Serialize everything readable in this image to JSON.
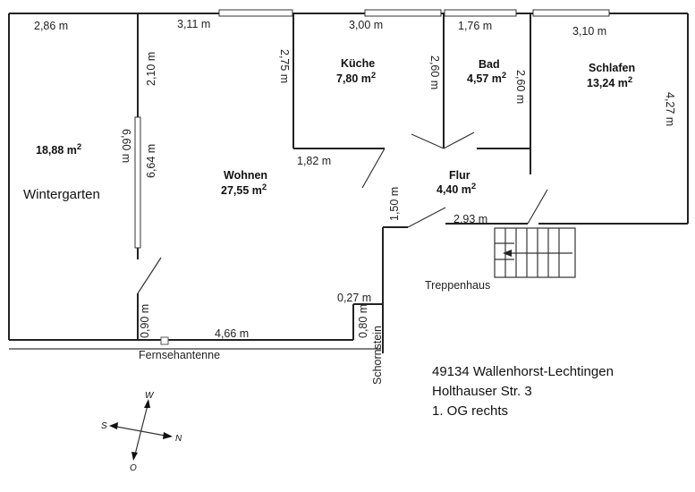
{
  "rooms": {
    "wintergarten": {
      "name": "Wintergarten",
      "area_value": "18,88 m",
      "area_sup": "2"
    },
    "wohnen": {
      "name": "Wohnen",
      "area_value": "27,55 m",
      "area_sup": "2"
    },
    "kueche": {
      "name": "Küche",
      "area_value": "7,80 m",
      "area_sup": "2"
    },
    "bad": {
      "name": "Bad",
      "area_value": "4,57 m",
      "area_sup": "2"
    },
    "schlafen": {
      "name": "Schlafen",
      "area_value": "13,24 m",
      "area_sup": "2"
    },
    "flur": {
      "name": "Flur",
      "area_value": "4,40 m",
      "area_sup": "2"
    }
  },
  "dimensions": {
    "d_286": "2,86 m",
    "d_311": "3,11 m",
    "d_300": "3,00 m",
    "d_176": "1,76 m",
    "d_310": "3,10 m",
    "d_210": "2,10 m",
    "d_275": "2,75 m",
    "d_260_kueche": "2,60 m",
    "d_260_bad": "2,60 m",
    "d_427": "4,27 m",
    "d_660": "6,60 m",
    "d_664": "6,64 m",
    "d_182": "1,82 m",
    "d_150": "1,50 m",
    "d_293": "2,93 m",
    "d_027": "0,27 m",
    "d_080": "0,80 m",
    "d_090": "0,90 m",
    "d_466": "4,66 m"
  },
  "labels": {
    "treppenhaus": "Treppenhaus",
    "fernsehantenne": "Fernsehantenne",
    "schornstein": "Schornstein"
  },
  "address": {
    "line1": "49134 Wallenhorst-Lechtingen",
    "line2": "Holthauser Str. 3",
    "line3": "1. OG rechts"
  },
  "compass": {
    "w": "W",
    "s": "S",
    "n": "N",
    "o": "O"
  }
}
